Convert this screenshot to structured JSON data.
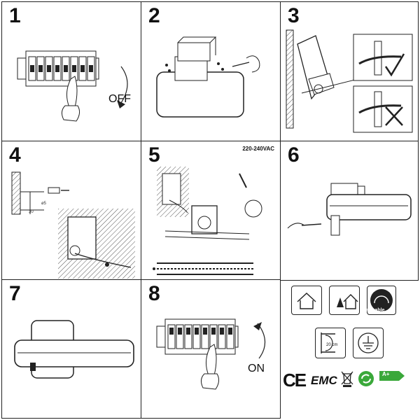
{
  "steps": [
    {
      "number": "1",
      "label": "OFF"
    },
    {
      "number": "2"
    },
    {
      "number": "3"
    },
    {
      "number": "4",
      "dim_a": "30",
      "dim_b": "ø5"
    },
    {
      "number": "5",
      "voltage": "220-240VAC"
    },
    {
      "number": "6"
    },
    {
      "number": "7"
    },
    {
      "number": "8",
      "label": "ON"
    }
  ],
  "symbols": {
    "dimmable": "Dimmable",
    "distance": "20 cm",
    "ce": "CE",
    "emc": "EMC",
    "energy_class": "A+"
  },
  "icons": [
    "indoor-house-icon",
    "outdoor-tree-house-icon",
    "dimmable-icon",
    "distance-20cm-icon",
    "earth-ground-icon",
    "ce-mark-icon",
    "emc-mark-icon",
    "weee-bin-icon",
    "recycle-icon",
    "energy-class-icon"
  ],
  "colors": {
    "ink": "#111111",
    "hatch": "#555555",
    "energy_green": "#3aa83a"
  }
}
